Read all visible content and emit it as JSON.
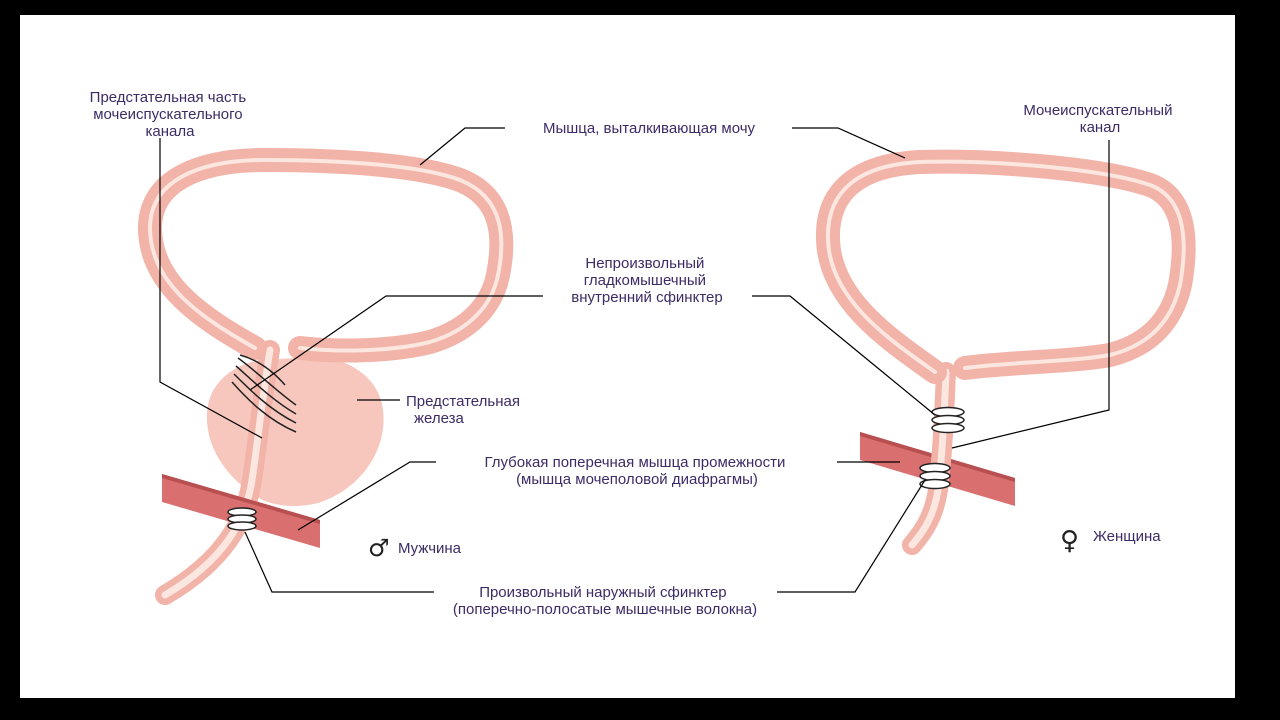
{
  "labels": {
    "prostatic_urethra": [
      "Предстательная часть",
      "мочеиспускательного",
      "канала"
    ],
    "detrusor": [
      "Мышца, выталкивающая мочу"
    ],
    "internal_sphincter": [
      "Непроизвольный",
      "гладкомышечный",
      "внутренний сфинктер"
    ],
    "prostate": [
      "Предстательная",
      "железа"
    ],
    "deep_transverse": [
      "Глубокая поперечная мышца промежности",
      "(мышца мочеполовой диафрагмы)"
    ],
    "external_sphincter": [
      "Произвольный наружный сфинктер",
      "(поперечно-полосатые мышечные волокна)"
    ],
    "female_urethra": [
      "Мочеиспускательный",
      "канал"
    ],
    "male": "Мужчина",
    "female": "Женщина"
  },
  "symbols": {
    "male": "♂",
    "female": "♀"
  },
  "colors": {
    "background": "#000000",
    "panel": "#ffffff",
    "bladder_outer": "#f2b3a8",
    "bladder_inner": "#fce6e0",
    "prostate": "#f7c7bd",
    "muscle_band": "#d96f6f",
    "muscle_edge": "#b84f50",
    "text": "#3d2b66"
  }
}
